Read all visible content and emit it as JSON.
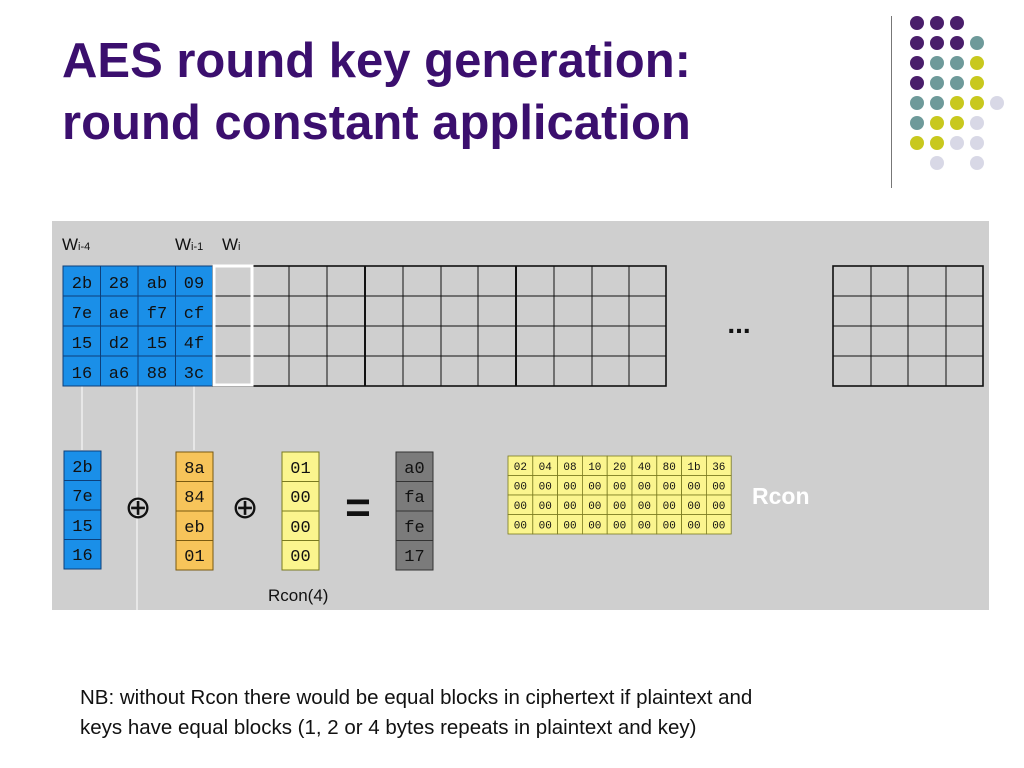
{
  "slide": {
    "title_line1": "AES round key generation:",
    "title_line2": "round constant application",
    "note_line1": "NB: without Rcon there would be equal blocks in ciphertext if plaintext and",
    "note_line2": "keys have equal blocks (1, 2 or 4 bytes repeats in plaintext and key)"
  },
  "diagram": {
    "label_wi4_main": "W",
    "label_wi4_sub": "i-4",
    "label_wi1_main": "W",
    "label_wi1_sub": "i-1",
    "label_wi_main": "W",
    "label_wi_sub": "i",
    "key_words": [
      [
        "2b",
        "7e",
        "15",
        "16"
      ],
      [
        "28",
        "ae",
        "d2",
        "a6"
      ],
      [
        "ab",
        "f7",
        "15",
        "88"
      ],
      [
        "09",
        "cf",
        "4f",
        "3c"
      ]
    ],
    "ellipsis": "...",
    "col_wi4": [
      "2b",
      "7e",
      "15",
      "16"
    ],
    "col_wi1": [
      "8a",
      "84",
      "eb",
      "01"
    ],
    "col_rcon": [
      "01",
      "00",
      "00",
      "00"
    ],
    "col_result": [
      "a0",
      "fa",
      "fe",
      "17"
    ],
    "xor_symbol": "⊕",
    "equals_symbol": "=",
    "rcon4_label": "Rcon(4)",
    "rcon_label": "Rcon",
    "rcon_table": [
      [
        "02",
        "04",
        "08",
        "10",
        "20",
        "40",
        "80",
        "1b",
        "36"
      ],
      [
        "00",
        "00",
        "00",
        "00",
        "00",
        "00",
        "00",
        "00",
        "00"
      ],
      [
        "00",
        "00",
        "00",
        "00",
        "00",
        "00",
        "00",
        "00",
        "00"
      ],
      [
        "00",
        "00",
        "00",
        "00",
        "00",
        "00",
        "00",
        "00",
        "00"
      ]
    ],
    "colors": {
      "title": "#3b0f6e",
      "panel": "#cfcfcf",
      "blue": "#1a8fe8",
      "orange": "#f7c45a",
      "yellow": "#fbf58e",
      "grey_result": "#7b7b7b"
    }
  }
}
